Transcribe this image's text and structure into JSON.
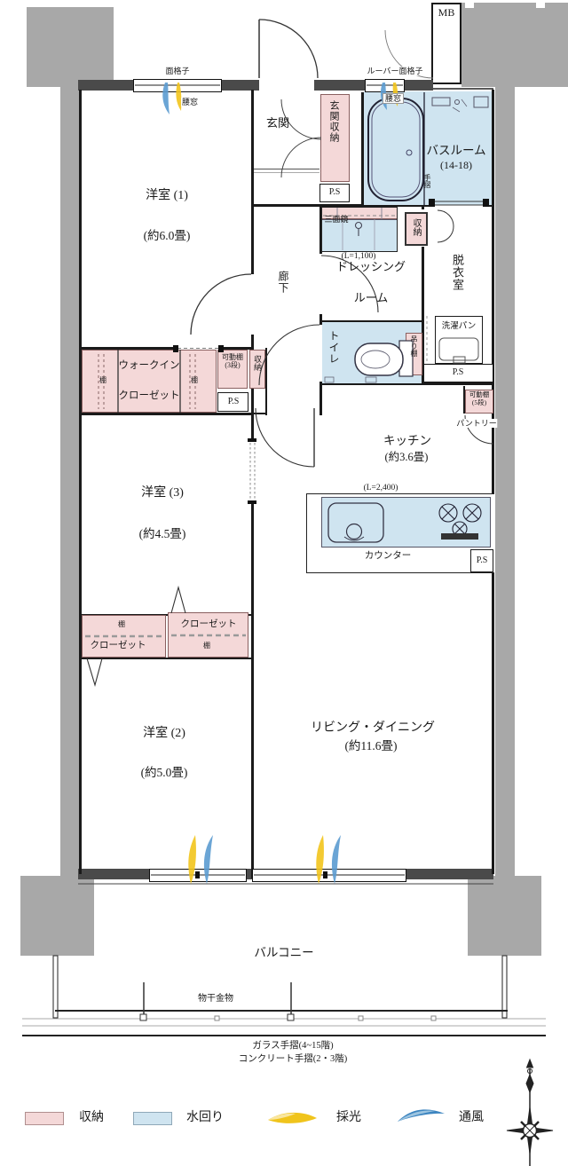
{
  "labels": {
    "mb": "MB",
    "ps": "P.S",
    "menkoshi": "面格子",
    "louver_menkoshi": "ルーバー面格子",
    "koshimado": "腰窓",
    "genkan": "玄関",
    "genkan_shuno": "玄関収納",
    "bathroom": "バスルーム",
    "bathroom_size": "(14-18)",
    "tesuri": "手摺",
    "sanmenkyo": "三面鏡",
    "l1100": "(L=1,100)",
    "l2400": "(L=2,400)",
    "shuno": "収納",
    "roka": "廊下",
    "dressing_l1": "ドレッシング",
    "dressing_l2": "ルーム",
    "datsui": "脱衣室",
    "toilet": "トイレ",
    "tsuridana": "吊り棚",
    "sentaku_pan": "洗濯パン",
    "kadoudana": "可動棚",
    "dan3": "(3段)",
    "dan5": "(5段)",
    "pantry": "パントリー",
    "kitchen": "キッチン",
    "kitchen_size": "(約3.6畳)",
    "counter": "カウンター",
    "wic_l1": "ウォークイン",
    "wic_l2": "クローゼット",
    "tana": "棚",
    "closet": "クローゼット",
    "room1": "洋室 (1)",
    "room1_size": "(約6.0畳)",
    "room2": "洋室 (2)",
    "room2_size": "(約5.0畳)",
    "room3": "洋室 (3)",
    "room3_size": "(約4.5畳)",
    "living": "リビング・ダイニング",
    "living_size": "(約11.6畳)",
    "balcony": "バルコニー",
    "monohoshi": "物干金物",
    "glass_rail": "ガラス手摺(4~15階)",
    "concrete_rail": "コンクリート手摺(2・3階)"
  },
  "legend": {
    "items": [
      {
        "label": "収納",
        "type": "swatch",
        "color": "#f4d8d8"
      },
      {
        "label": "水回り",
        "type": "swatch",
        "color": "#cfe4f0"
      },
      {
        "label": "採光",
        "type": "flame",
        "color": "#f0c41c"
      },
      {
        "label": "通風",
        "type": "wind",
        "color": "#3d85c0"
      }
    ]
  },
  "colors": {
    "storage_pink": "#f4d8d8",
    "water_blue": "#cfe4f0",
    "concrete_gray": "#a8a8a8",
    "wall_dark": "#4a4a4a"
  }
}
